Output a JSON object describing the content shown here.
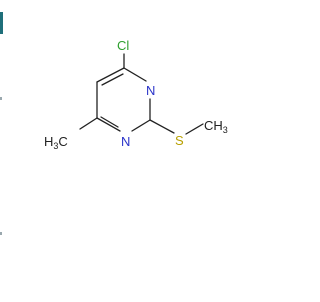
{
  "molecule": {
    "atoms": {
      "chlorine": "Cl",
      "nitrogen_upper": "N",
      "nitrogen_lower": "N",
      "sulfur": "S",
      "methyl_left_h": "H",
      "methyl_left_sub": "3",
      "methyl_left_c": "C",
      "methyl_right_ch": "CH",
      "methyl_right_sub": "3"
    },
    "colors": {
      "chlorine": "#2ea02e",
      "nitrogen": "#2a33c9",
      "sulfur": "#b8a000",
      "carbon": "#222222",
      "bond": "#222222"
    }
  }
}
